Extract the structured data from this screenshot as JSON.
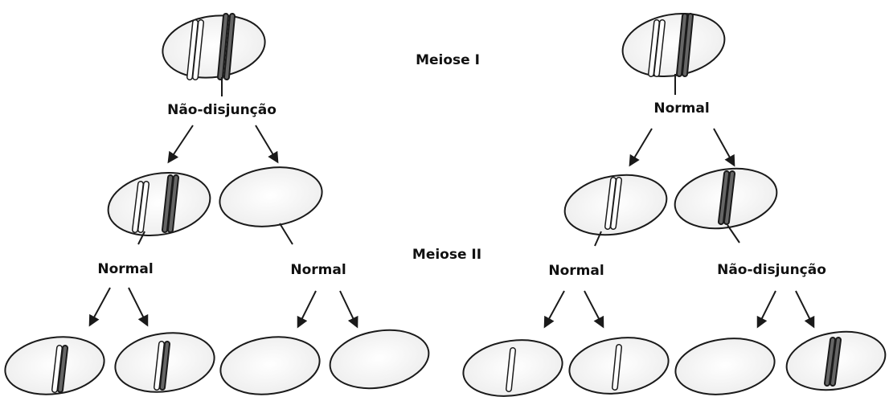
{
  "labels": {
    "meiose_1": "Meiose I",
    "meiose_2": "Meiose II",
    "left_division": "Não-disjunção",
    "right_division": "Normal",
    "left_a": "Normal",
    "left_b": "Normal",
    "right_a": "Normal",
    "right_b": "Não-disjunção"
  },
  "colors": {
    "stroke": "#1a1a1a",
    "cell_fill": "#f4f4f4",
    "cell_highlight": "#ffffff"
  }
}
